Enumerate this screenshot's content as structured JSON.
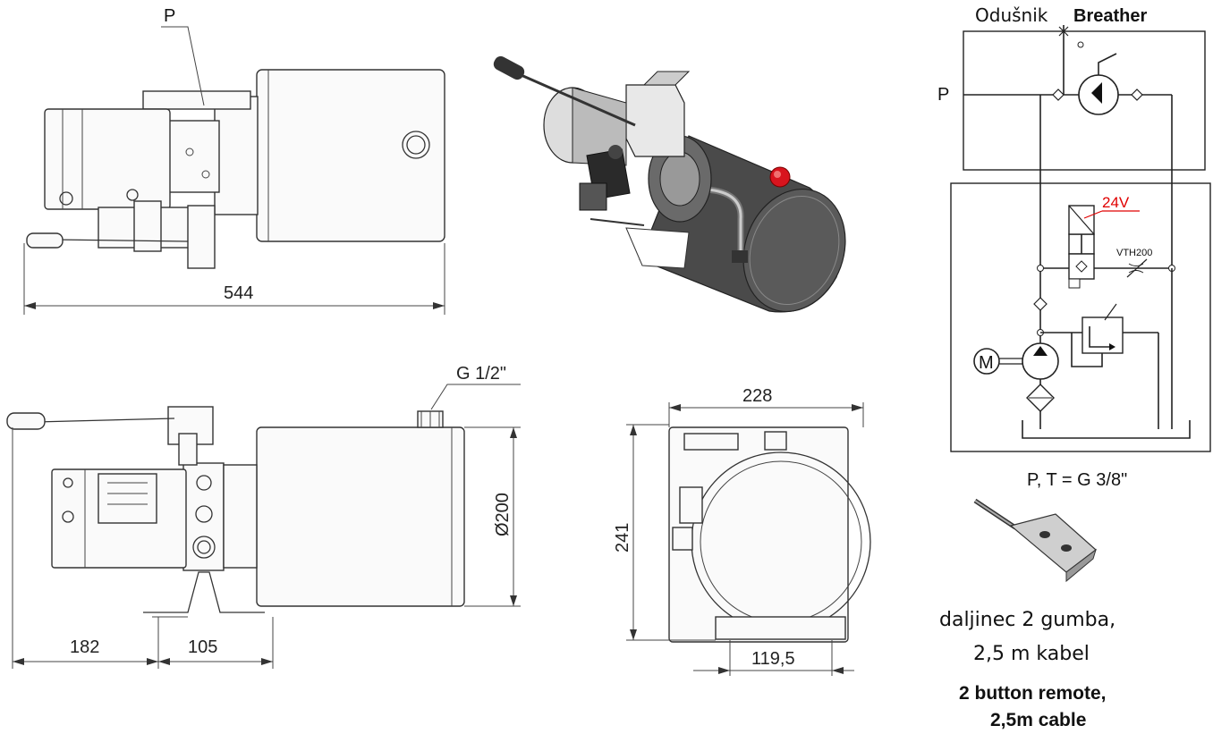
{
  "top_view": {
    "port_label": "P",
    "length_dim": "544"
  },
  "side_view": {
    "fill_port": "G 1/2\"",
    "diameter_dim": "Ø200",
    "offset_dim": "182",
    "foot_dim": "105"
  },
  "end_view": {
    "width_dim": "228",
    "height_dim": "241",
    "foot_width_dim": "119,5"
  },
  "schematic": {
    "breather_hr": "Odušnik",
    "breather_en": "Breather",
    "port_p": "P",
    "voltage": "24V",
    "valve_label": "VTH200",
    "motor_symbol": "M",
    "ports_note": "P, T = G 3/8\""
  },
  "remote": {
    "line1_hr": "daljinec 2 gumba,",
    "line2_hr": "2,5 m kabel",
    "line1_en": "2 button remote,",
    "line2_en": "2,5m cable"
  },
  "colors": {
    "voltage_text": "#e00000",
    "cap_red": "#d8141e",
    "tank_dark": "#3a3a3a"
  }
}
